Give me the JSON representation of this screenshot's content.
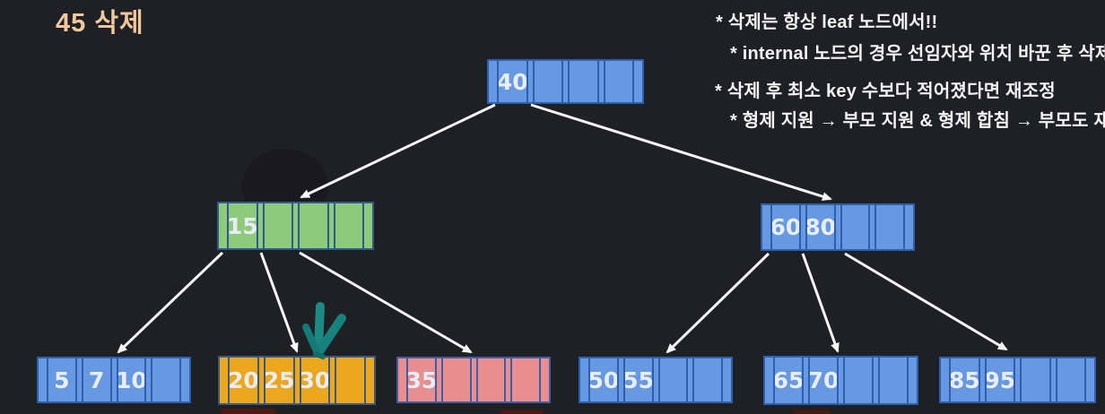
{
  "title": "45 삭제",
  "notes": [
    "* 삭제는 항상 leaf 노드에서!!",
    "* internal 노드의 경우 선임자와 위치 바꾼 후 삭제",
    "* 삭제 후 최소 key 수보다 적어졌다면 재조정",
    "* 형제 지원 → 부모 지원 & 형제 합침 → 부모도 재조정"
  ],
  "colors": {
    "background": "#1f2023",
    "node_blue_fill": "#6799e2",
    "node_blue_divider": "#2d5fae",
    "node_green_fill": "#8eca7c",
    "node_yellow_fill": "#eca71f",
    "node_pink_fill": "#e88e90",
    "navy_divider": "#2f5a8e",
    "title_text": "#f3c79d",
    "note_text": "#f3f3f3",
    "edge_arrow": "#f5f5f5",
    "highlight_arrow": "#17817d"
  },
  "tree": {
    "nodes": [
      {
        "name": "root",
        "color": "blue",
        "keys": [
          "40",
          "",
          "",
          ""
        ]
      },
      {
        "name": "internal-15",
        "color": "green",
        "keys": [
          "15",
          "",
          "",
          ""
        ]
      },
      {
        "name": "internal-60-80",
        "color": "blue",
        "keys": [
          "60",
          "80",
          "",
          ""
        ]
      },
      {
        "name": "leaf-5-7-10",
        "color": "blue",
        "keys": [
          "5",
          "7",
          "10",
          ""
        ]
      },
      {
        "name": "leaf-20-25-30",
        "color": "yellow",
        "keys": [
          "20",
          "25",
          "30",
          ""
        ]
      },
      {
        "name": "leaf-35",
        "color": "pink",
        "keys": [
          "35",
          "",
          "",
          ""
        ]
      },
      {
        "name": "leaf-50-55",
        "color": "blue",
        "keys": [
          "50",
          "55",
          "",
          ""
        ]
      },
      {
        "name": "leaf-65-70",
        "color": "blue",
        "keys": [
          "65",
          "70",
          "",
          ""
        ]
      },
      {
        "name": "leaf-85-95",
        "color": "blue",
        "keys": [
          "85",
          "95",
          "",
          ""
        ]
      }
    ],
    "edges": [
      {
        "from": "root",
        "to": "internal-15"
      },
      {
        "from": "root",
        "to": "internal-60-80"
      },
      {
        "from": "internal-15",
        "to": "leaf-5-7-10"
      },
      {
        "from": "internal-15",
        "to": "leaf-20-25-30"
      },
      {
        "from": "internal-15",
        "to": "leaf-35"
      },
      {
        "from": "internal-60-80",
        "to": "leaf-50-55"
      },
      {
        "from": "internal-60-80",
        "to": "leaf-65-70"
      },
      {
        "from": "internal-60-80",
        "to": "leaf-85-95"
      }
    ],
    "highlight": {
      "type": "hand-drawn-arrow",
      "color": "#17817d",
      "points_to": "leaf-20-25-30"
    }
  }
}
